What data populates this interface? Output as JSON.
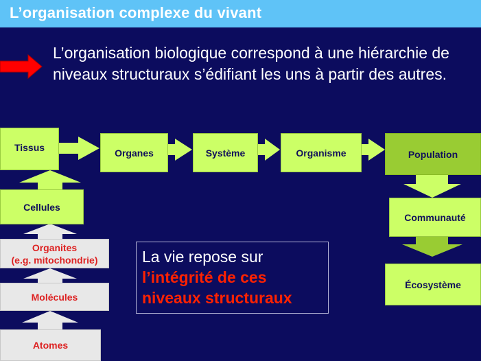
{
  "header": {
    "title": "L’organisation complexe du vivant"
  },
  "intro": {
    "text": "L’organisation biologique correspond à une hiérarchie de niveaux structuraux s’édifiant les uns à partir des autres."
  },
  "levels": {
    "atomes": "Atomes",
    "molecules": "Molécules",
    "organites_line1": "Organites",
    "organites_line2": "(e.g. mitochondrie)",
    "cellules": "Cellules",
    "tissus": "Tissus",
    "organes": "Organes",
    "systeme": "Système",
    "organisme": "Organisme",
    "population": "Population",
    "communaute": "Communauté",
    "ecosysteme": "Écosystème"
  },
  "highlight": {
    "line1": "La vie repose sur",
    "emph_line1": "l’intégrité de ces",
    "emph_line2": "niveaux structuraux"
  },
  "colors": {
    "background": "#0c0c5e",
    "title_bar": "#5fc3f7",
    "level_box": "#ccff66",
    "lower_level_box": "#e8e8e8",
    "arrow_red": "#ff0000",
    "emphasis_red": "#ff2200"
  }
}
